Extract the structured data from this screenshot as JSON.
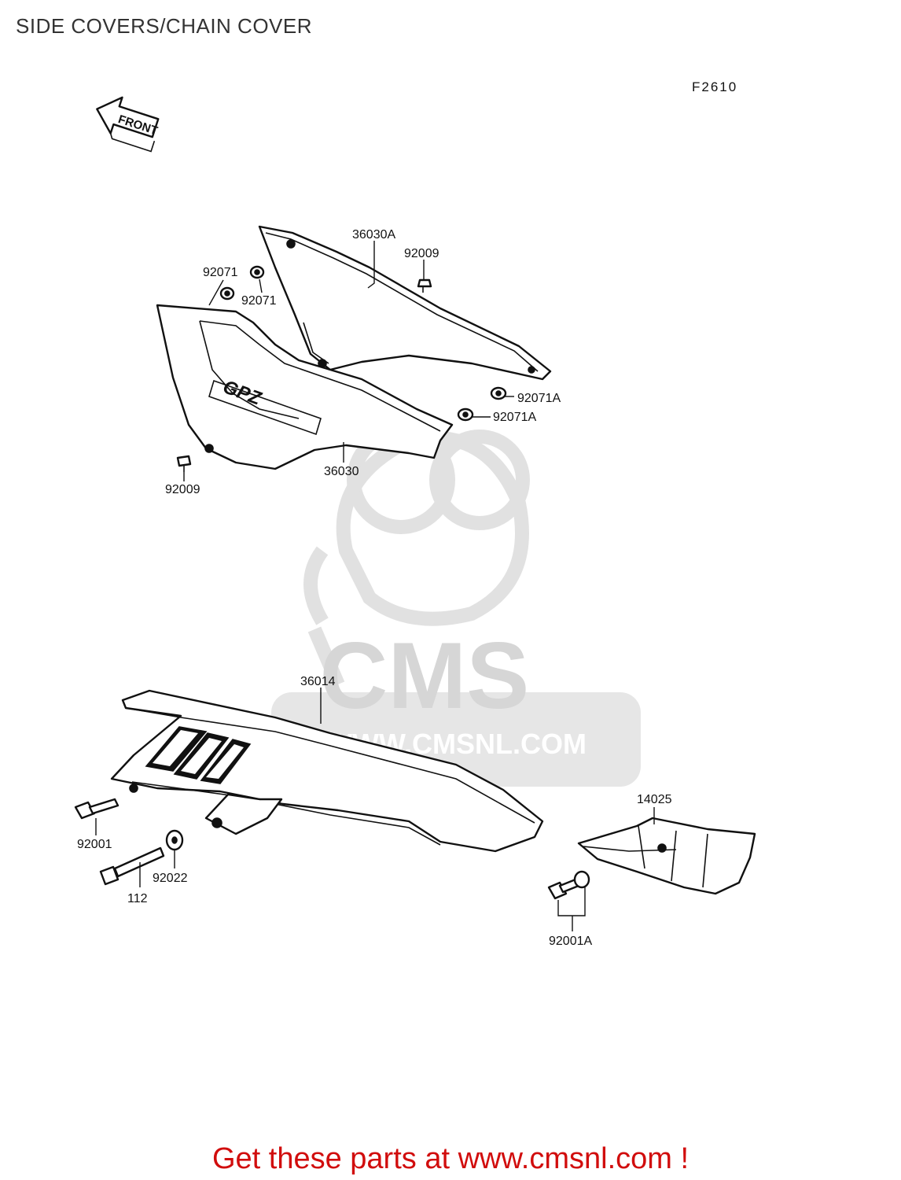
{
  "header": {
    "title": "SIDE COVERS/CHAIN COVER",
    "figure_code": "F2610"
  },
  "orientation": {
    "arrow_label": "FRONT"
  },
  "watermark": {
    "brand": "CMS",
    "url": "WWW.CMSNL.COM"
  },
  "callouts": {
    "side_cover_right": "36030A",
    "screw_upper": "92009",
    "grommet_left_a": "92071",
    "grommet_left_b": "92071",
    "grommet_right_a": "92071A",
    "grommet_right_b": "92071A",
    "side_cover_left": "36030",
    "screw_lower": "92009",
    "chain_cover": "36014",
    "bolt_chain_cover": "92001",
    "washer": "92022",
    "bolt_long": "112",
    "guard": "14025",
    "bolt_guard": "92001A"
  },
  "decal_text": "GPZ",
  "footer": {
    "text": "Get these parts at www.cmsnl.com !"
  },
  "colors": {
    "footer": "#d10d0d",
    "watermark": "#d8d8d8",
    "line": "#111111"
  }
}
